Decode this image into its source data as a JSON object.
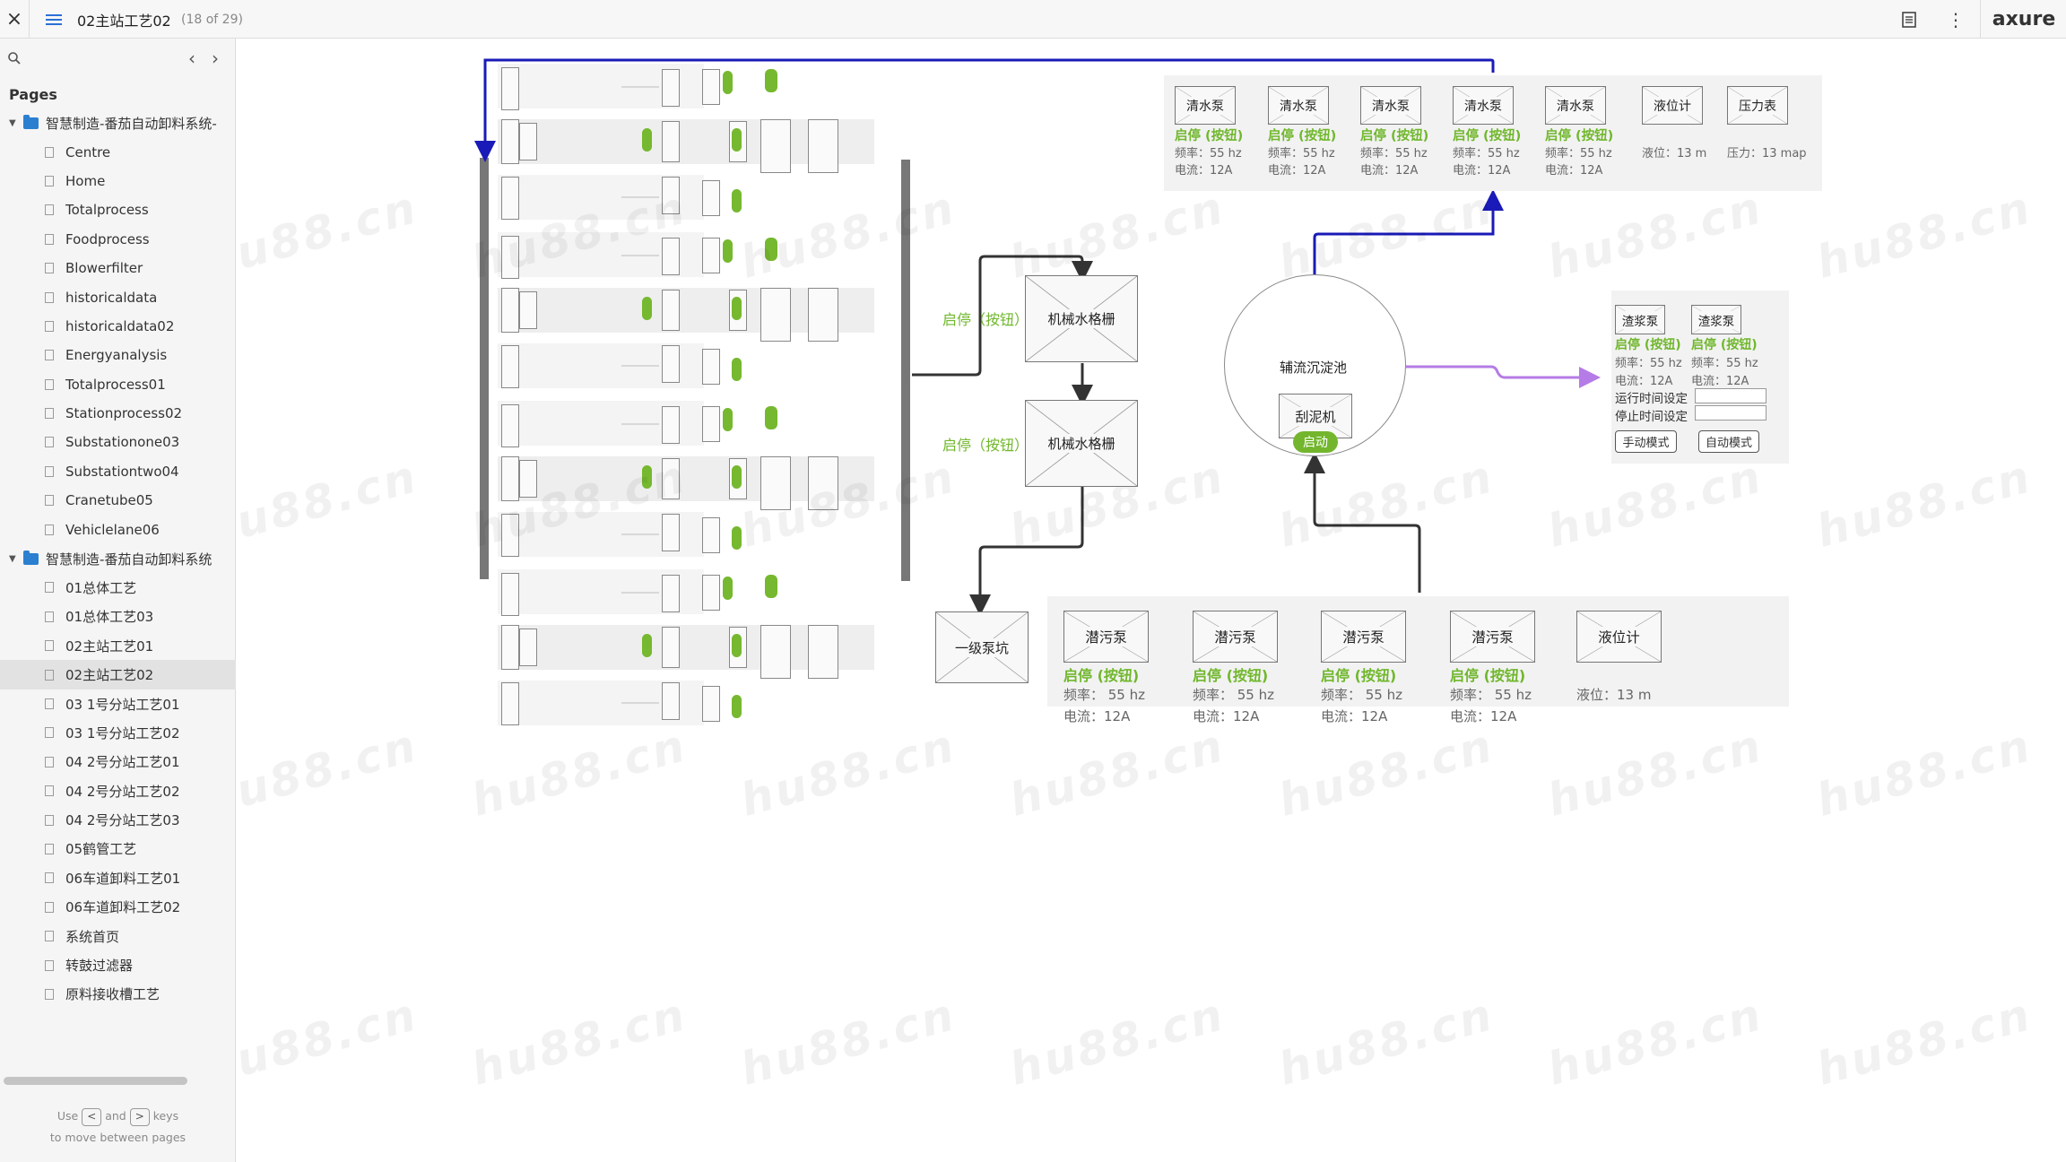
{
  "topbar": {
    "close": "×",
    "page_title": "02主站工艺02",
    "page_count": "(18 of 29)",
    "brand": "axure"
  },
  "sidebar": {
    "pages_heading": "Pages",
    "tree": [
      {
        "type": "folder",
        "label": "智慧制造-番茄自动卸料系统-"
      },
      {
        "type": "page",
        "label": "Centre"
      },
      {
        "type": "page",
        "label": "Home"
      },
      {
        "type": "page",
        "label": "Totalprocess"
      },
      {
        "type": "page",
        "label": "Foodprocess"
      },
      {
        "type": "page",
        "label": "Blowerfilter"
      },
      {
        "type": "page",
        "label": "historicaldata"
      },
      {
        "type": "page",
        "label": "historicaldata02"
      },
      {
        "type": "page",
        "label": "Energyanalysis"
      },
      {
        "type": "page",
        "label": "Totalprocess01"
      },
      {
        "type": "page",
        "label": "Stationprocess02"
      },
      {
        "type": "page",
        "label": "Substationone03"
      },
      {
        "type": "page",
        "label": "Substationtwo04"
      },
      {
        "type": "page",
        "label": "Cranetube05"
      },
      {
        "type": "page",
        "label": "Vehiclelane06"
      },
      {
        "type": "folder",
        "label": "智慧制造-番茄自动卸料系统"
      },
      {
        "type": "page",
        "label": "01总体工艺"
      },
      {
        "type": "page",
        "label": "01总体工艺03"
      },
      {
        "type": "page",
        "label": "02主站工艺01"
      },
      {
        "type": "page",
        "label": "02主站工艺02",
        "selected": true
      },
      {
        "type": "page",
        "label": "03 1号分站工艺01"
      },
      {
        "type": "page",
        "label": "03 1号分站工艺02"
      },
      {
        "type": "page",
        "label": "04 2号分站工艺01"
      },
      {
        "type": "page",
        "label": "04 2号分站工艺02"
      },
      {
        "type": "page",
        "label": "04 2号分站工艺03"
      },
      {
        "type": "page",
        "label": "05鹤管工艺"
      },
      {
        "type": "page",
        "label": "06车道卸料工艺01"
      },
      {
        "type": "page",
        "label": "06车道卸料工艺02"
      },
      {
        "type": "page",
        "label": "系统首页"
      },
      {
        "type": "page",
        "label": "转鼓过滤器"
      },
      {
        "type": "page",
        "label": "原料接收槽工艺"
      }
    ],
    "hint_use": "Use",
    "hint_and": "and",
    "hint_keys": "keys",
    "hint_line2": "to move between pages",
    "key_prev": "<",
    "key_next": ">"
  },
  "watermark": "hu88.cn",
  "icons": [
    "search-icon",
    "chevron-left-icon",
    "chevron-right-icon",
    "menu-icon",
    "close-icon",
    "notes-icon",
    "more-icon",
    "folder-icon",
    "page-icon"
  ],
  "colors": {
    "accent_green": "#70b72c",
    "blue_pipe": "#1a1ab8",
    "purple_pipe": "#b57be6",
    "dark_pipe": "#333333"
  },
  "diagram": {
    "clean_pumps": [
      {
        "name": "清水泵",
        "ctrl": "启停 (按钮)",
        "freq": "频率：55 hz",
        "current": "电流：12A"
      },
      {
        "name": "清水泵",
        "ctrl": "启停 (按钮)",
        "freq": "频率：55 hz",
        "current": "电流：12A"
      },
      {
        "name": "清水泵",
        "ctrl": "启停 (按钮)",
        "freq": "频率：55 hz",
        "current": "电流：12A"
      },
      {
        "name": "清水泵",
        "ctrl": "启停 (按钮)",
        "freq": "频率：55 hz",
        "current": "电流：12A"
      },
      {
        "name": "清水泵",
        "ctrl": "启停 (按钮)",
        "freq": "频率：55 hz",
        "current": "电流：12A"
      }
    ],
    "level_meter_top": {
      "name": "液位计",
      "value": "液位：13 m"
    },
    "pressure_meter": {
      "name": "压力表",
      "value": "压力：13 map"
    },
    "screen1": {
      "name": "机械水格栅",
      "ctrl": "启停（按钮）"
    },
    "screen2": {
      "name": "机械水格栅",
      "ctrl": "启停（按钮）"
    },
    "pit": {
      "name": "一级泵坑"
    },
    "tank": {
      "name": "辅流沉淀池",
      "scraper": "刮泥机",
      "start": "启动"
    },
    "slurry_pumps": [
      {
        "name": "渣浆泵",
        "ctrl": "启停 (按钮)",
        "freq": "频率：55 hz",
        "current": "电流：12A"
      },
      {
        "name": "渣浆泵",
        "ctrl": "启停 (按钮)",
        "freq": "频率：55 hz",
        "current": "电流：12A"
      }
    ],
    "run_time_label": "运行时间设定",
    "stop_time_label": "停止时间设定",
    "manual_mode": "手动模式",
    "auto_mode": "自动模式",
    "sewage_pumps": [
      {
        "name": "潜污泵",
        "ctrl": "启停 (按钮)",
        "freq": "频率：  55 hz",
        "current": "电流：12A"
      },
      {
        "name": "潜污泵",
        "ctrl": "启停 (按钮)",
        "freq": "频率：  55 hz",
        "current": "电流：12A"
      },
      {
        "name": "潜污泵",
        "ctrl": "启停 (按钮)",
        "freq": "频率：  55 hz",
        "current": "电流：12A"
      },
      {
        "name": "潜污泵",
        "ctrl": "启停 (按钮)",
        "freq": "频率：  55 hz",
        "current": "电流：12A"
      }
    ],
    "level_meter_bottom": {
      "name": "液位计",
      "value": "液位：13 m"
    }
  }
}
